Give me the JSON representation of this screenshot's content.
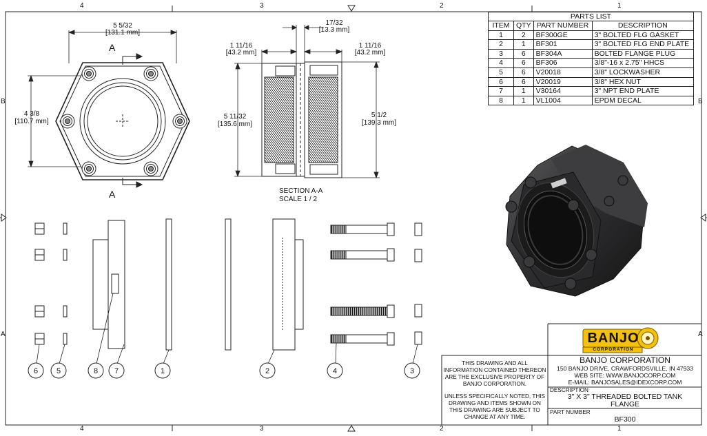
{
  "border": {
    "top_cols": [
      "4",
      "3",
      "2",
      "1"
    ],
    "bottom_cols": [
      "4",
      "3",
      "2",
      "1"
    ],
    "rows": [
      "B",
      "A"
    ]
  },
  "front_view": {
    "width_dim": "5 5/32",
    "width_dim_mm": "[131.1 mm]",
    "height_dim": "4 3/8",
    "height_dim_mm": "[110.7 mm]",
    "section_mark": "A"
  },
  "section_view": {
    "top_gap_dim": "17/32",
    "top_gap_dim_mm": "[13.3 mm]",
    "left_dim": "1 11/16",
    "left_dim_mm": "[43.2 mm]",
    "right_dim": "1 11/16",
    "right_dim_mm": "[43.2 mm]",
    "height_left": "5 11/32",
    "height_left_mm": "[135.6 mm]",
    "height_right": "5 1/2",
    "height_right_mm": "[139.3 mm]",
    "caption": "SECTION A-A",
    "scale": "SCALE 1 / 2"
  },
  "parts_list": {
    "title": "PARTS LIST",
    "headers": [
      "ITEM",
      "QTY",
      "PART NUMBER",
      "DESCRIPTION"
    ],
    "rows": [
      [
        "1",
        "2",
        "BF300GE",
        "3\" BOLTED FLG GASKET"
      ],
      [
        "2",
        "1",
        "BF301",
        "3\" BOLTED FLG END PLATE"
      ],
      [
        "3",
        "6",
        "BF304A",
        "BOLTED FLANGE PLUG"
      ],
      [
        "4",
        "6",
        "BF306",
        "3/8\"-16 x 2.75\" HHCS"
      ],
      [
        "5",
        "6",
        "V20018",
        "3/8\" LOCKWASHER"
      ],
      [
        "6",
        "6",
        "V20019",
        "3/8\" HEX NUT"
      ],
      [
        "7",
        "1",
        "V30164",
        "3\" NPT END PLATE"
      ],
      [
        "8",
        "1",
        "VL1004",
        "EPDM DECAL"
      ]
    ]
  },
  "balloons": [
    "6",
    "5",
    "8",
    "7",
    "1",
    "2",
    "4",
    "3"
  ],
  "title_block": {
    "logo_text": "BANJO",
    "logo_sub": "CORPORATION",
    "notice1": "THIS DRAWING AND ALL INFORMATION CONTAINED THEREON ARE THE EXCLUSIVE PROPERTY OF BANJO CORPORATION.",
    "notice2": "UNLESS SPECIFICALLY NOTED, THIS DRAWING AND ITEMS SHOWN ON THIS DRAWING ARE SUBJECT TO CHANGE AT ANY TIME.",
    "company": "BANJO CORPORATION",
    "address": "150 BANJO DRIVE, CRAWFORDSVILLE, IN 47933",
    "website": "WEB SITE: WWW.BANJOCORP.COM",
    "email": "E-MAIL: BANJOSALES@IDEXCORP.COM",
    "description_label": "DESCRIPTION",
    "description_line1": "3\" X 3\" THREADED BOLTED TANK",
    "description_line2": "FLANGE",
    "part_number_label": "PART NUMBER",
    "part_number": "BF300"
  },
  "colors": {
    "logo_yellow": "#f4c20d",
    "line": "#222222",
    "body_dark": "#2e2e30"
  }
}
